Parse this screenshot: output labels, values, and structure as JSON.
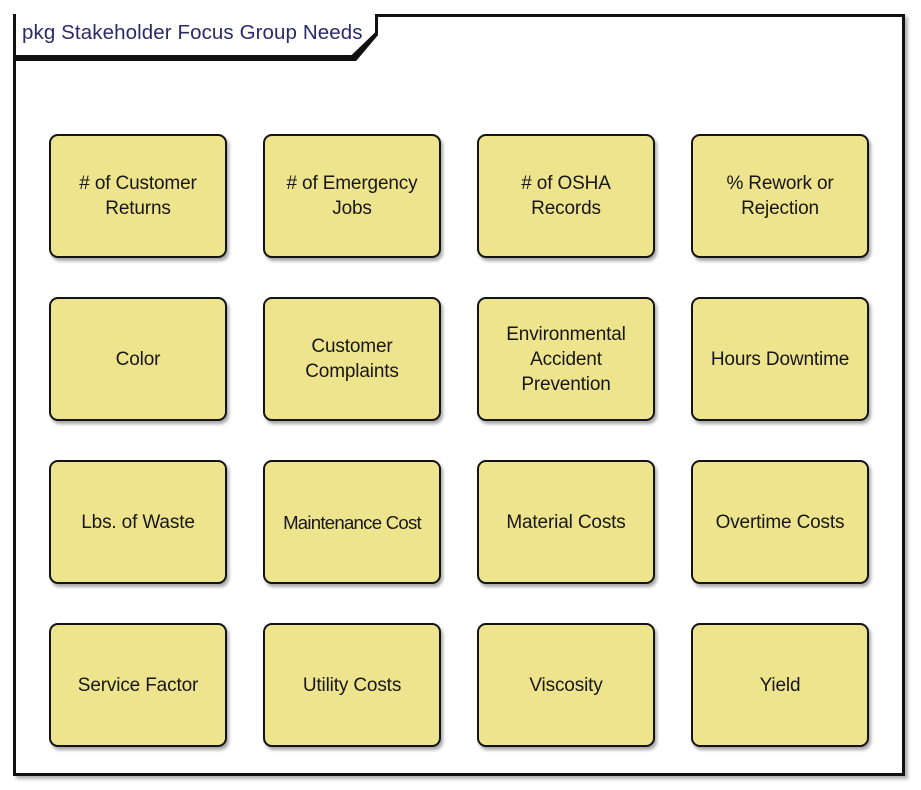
{
  "diagram": {
    "type": "uml-package-diagram",
    "package_keyword": "pkg",
    "package_name": "Stakeholder Focus Group Needs",
    "title_full": "pkg Stakeholder Focus Group Needs",
    "colors": {
      "element_fill": "#efe48e",
      "element_border": "#131313",
      "frame_border": "#111111",
      "title_text": "#2b2a68",
      "label_text": "#171717",
      "canvas_background": "#ffffff"
    },
    "grid": {
      "columns": 4,
      "rows": 4,
      "element_count": 16
    },
    "elements": [
      {
        "id": "customer-returns",
        "label": "# of Customer\nReturns",
        "row": 1,
        "col": 1
      },
      {
        "id": "emergency-jobs",
        "label": "# of Emergency\nJobs",
        "row": 1,
        "col": 2
      },
      {
        "id": "osha-records",
        "label": "# of OSHA\nRecords",
        "row": 1,
        "col": 3
      },
      {
        "id": "rework-rejection",
        "label": "% Rework or\nRejection",
        "row": 1,
        "col": 4
      },
      {
        "id": "color",
        "label": "Color",
        "row": 2,
        "col": 1
      },
      {
        "id": "customer-complaints",
        "label": "Customer\nComplaints",
        "row": 2,
        "col": 2
      },
      {
        "id": "environmental",
        "label": "Environmental\nAccident\nPrevention",
        "row": 2,
        "col": 3
      },
      {
        "id": "hours-downtime",
        "label": "Hours Downtime",
        "row": 2,
        "col": 4
      },
      {
        "id": "lbs-of-waste",
        "label": "Lbs. of Waste",
        "row": 3,
        "col": 1
      },
      {
        "id": "maintenance-cost",
        "label": "Maintenance Cost",
        "row": 3,
        "col": 2
      },
      {
        "id": "material-costs",
        "label": "Material Costs",
        "row": 3,
        "col": 3
      },
      {
        "id": "overtime-costs",
        "label": "Overtime Costs",
        "row": 3,
        "col": 4
      },
      {
        "id": "service-factor",
        "label": "Service Factor",
        "row": 4,
        "col": 1
      },
      {
        "id": "utility-costs",
        "label": "Utility Costs",
        "row": 4,
        "col": 2
      },
      {
        "id": "viscosity",
        "label": "Viscosity",
        "row": 4,
        "col": 3
      },
      {
        "id": "yield",
        "label": "Yield",
        "row": 4,
        "col": 4
      }
    ]
  }
}
